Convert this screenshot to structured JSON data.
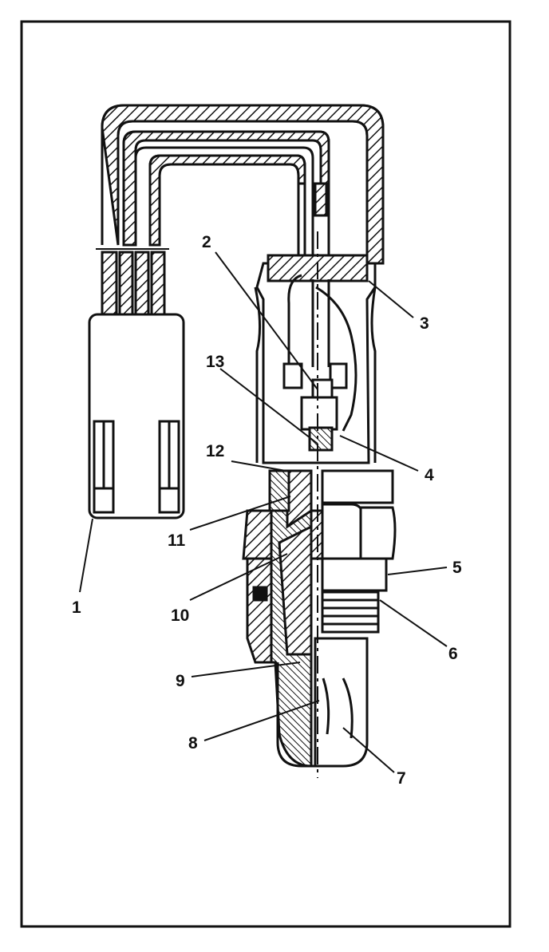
{
  "diagram": {
    "callouts": [
      {
        "id": "1",
        "label": "1"
      },
      {
        "id": "2",
        "label": "2"
      },
      {
        "id": "3",
        "label": "3"
      },
      {
        "id": "4",
        "label": "4"
      },
      {
        "id": "5",
        "label": "5"
      },
      {
        "id": "6",
        "label": "6"
      },
      {
        "id": "7",
        "label": "7"
      },
      {
        "id": "8",
        "label": "8"
      },
      {
        "id": "9",
        "label": "9"
      },
      {
        "id": "10",
        "label": "10"
      },
      {
        "id": "11",
        "label": "11"
      },
      {
        "id": "12",
        "label": "12"
      },
      {
        "id": "13",
        "label": "13"
      }
    ],
    "colors": {
      "ink": "#111111",
      "paper": "#ffffff"
    }
  }
}
